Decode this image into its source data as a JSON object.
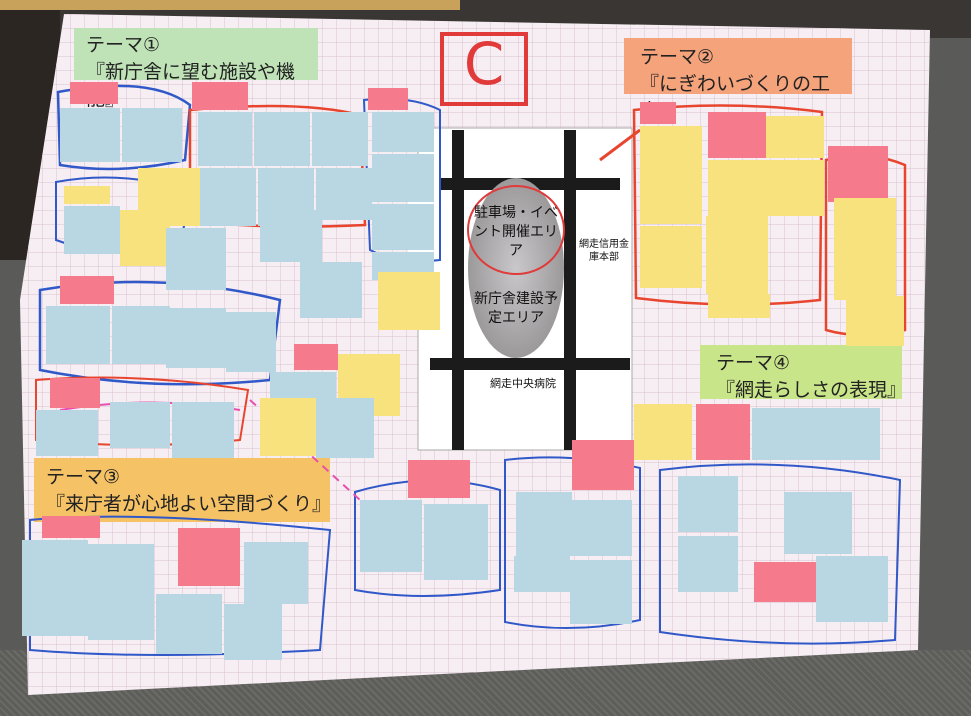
{
  "image": {
    "subject": "ワークショップの模造紙（付箋とマップ）",
    "center_badge": "C",
    "themes": [
      {
        "heading": "テーマ①",
        "title": "『新庁舎に望む施設や機能』"
      },
      {
        "heading": "テーマ②",
        "title": "『にぎわいづくりの工夫』"
      },
      {
        "heading": "テーマ③",
        "title": "『来庁者が心地よい空間づくり』"
      },
      {
        "heading": "テーマ④",
        "title": "『網走らしさの表現』"
      }
    ],
    "map": {
      "parking_area": "駐車場・イベント開催エリア",
      "construction_area": "新庁舎建設予定エリア",
      "bank": "網走信用金庫本部",
      "hospital": "網走中央病院"
    },
    "colors": {
      "paper": "#f6eef3",
      "grid": "#d9c2cf",
      "note_blue": "#b9d6e3",
      "note_yellow": "#f8e27e",
      "note_pink": "#f47a8c",
      "theme1": "#bfe3b7",
      "theme2": "#f4a37b",
      "theme3": "#f5c265",
      "theme4": "#c9e58a",
      "road": "#1b1b1b"
    }
  }
}
